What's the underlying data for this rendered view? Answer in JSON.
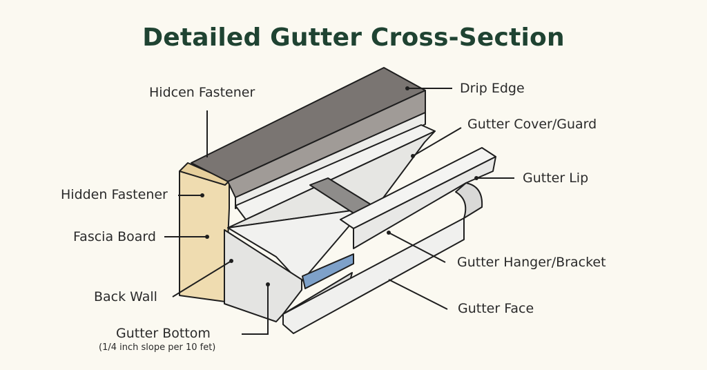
{
  "title": "Detailed Gutter Cross-Section",
  "labels": {
    "hidden_fastener_top": "Hidcen Fastener",
    "hidden_fastener_left": "Hidden Fastener",
    "fascia_board": "Fascia Board",
    "back_wall": "Back Wall",
    "gutter_bottom": "Gutter Bottom",
    "gutter_bottom_note": "(1/4 inch slope per 10 fet)",
    "drip_edge": "Drip Edge",
    "gutter_cover_guard": "Gutter Cover/Guard",
    "gutter_lip": "Gutter Lip",
    "gutter_hanger_bracket": "Gutter Hanger/Bracket",
    "gutter_face": "Gutter Face"
  },
  "colors": {
    "title": "#1f4332",
    "background": "#fbf9f1",
    "drip_edge": "#7a7572",
    "fascia": "#efdcb0",
    "gutter": "#e8e8e6",
    "water": "#7ea1c9",
    "hanger": "#8e8c8a",
    "outline": "#1e1e1e"
  }
}
